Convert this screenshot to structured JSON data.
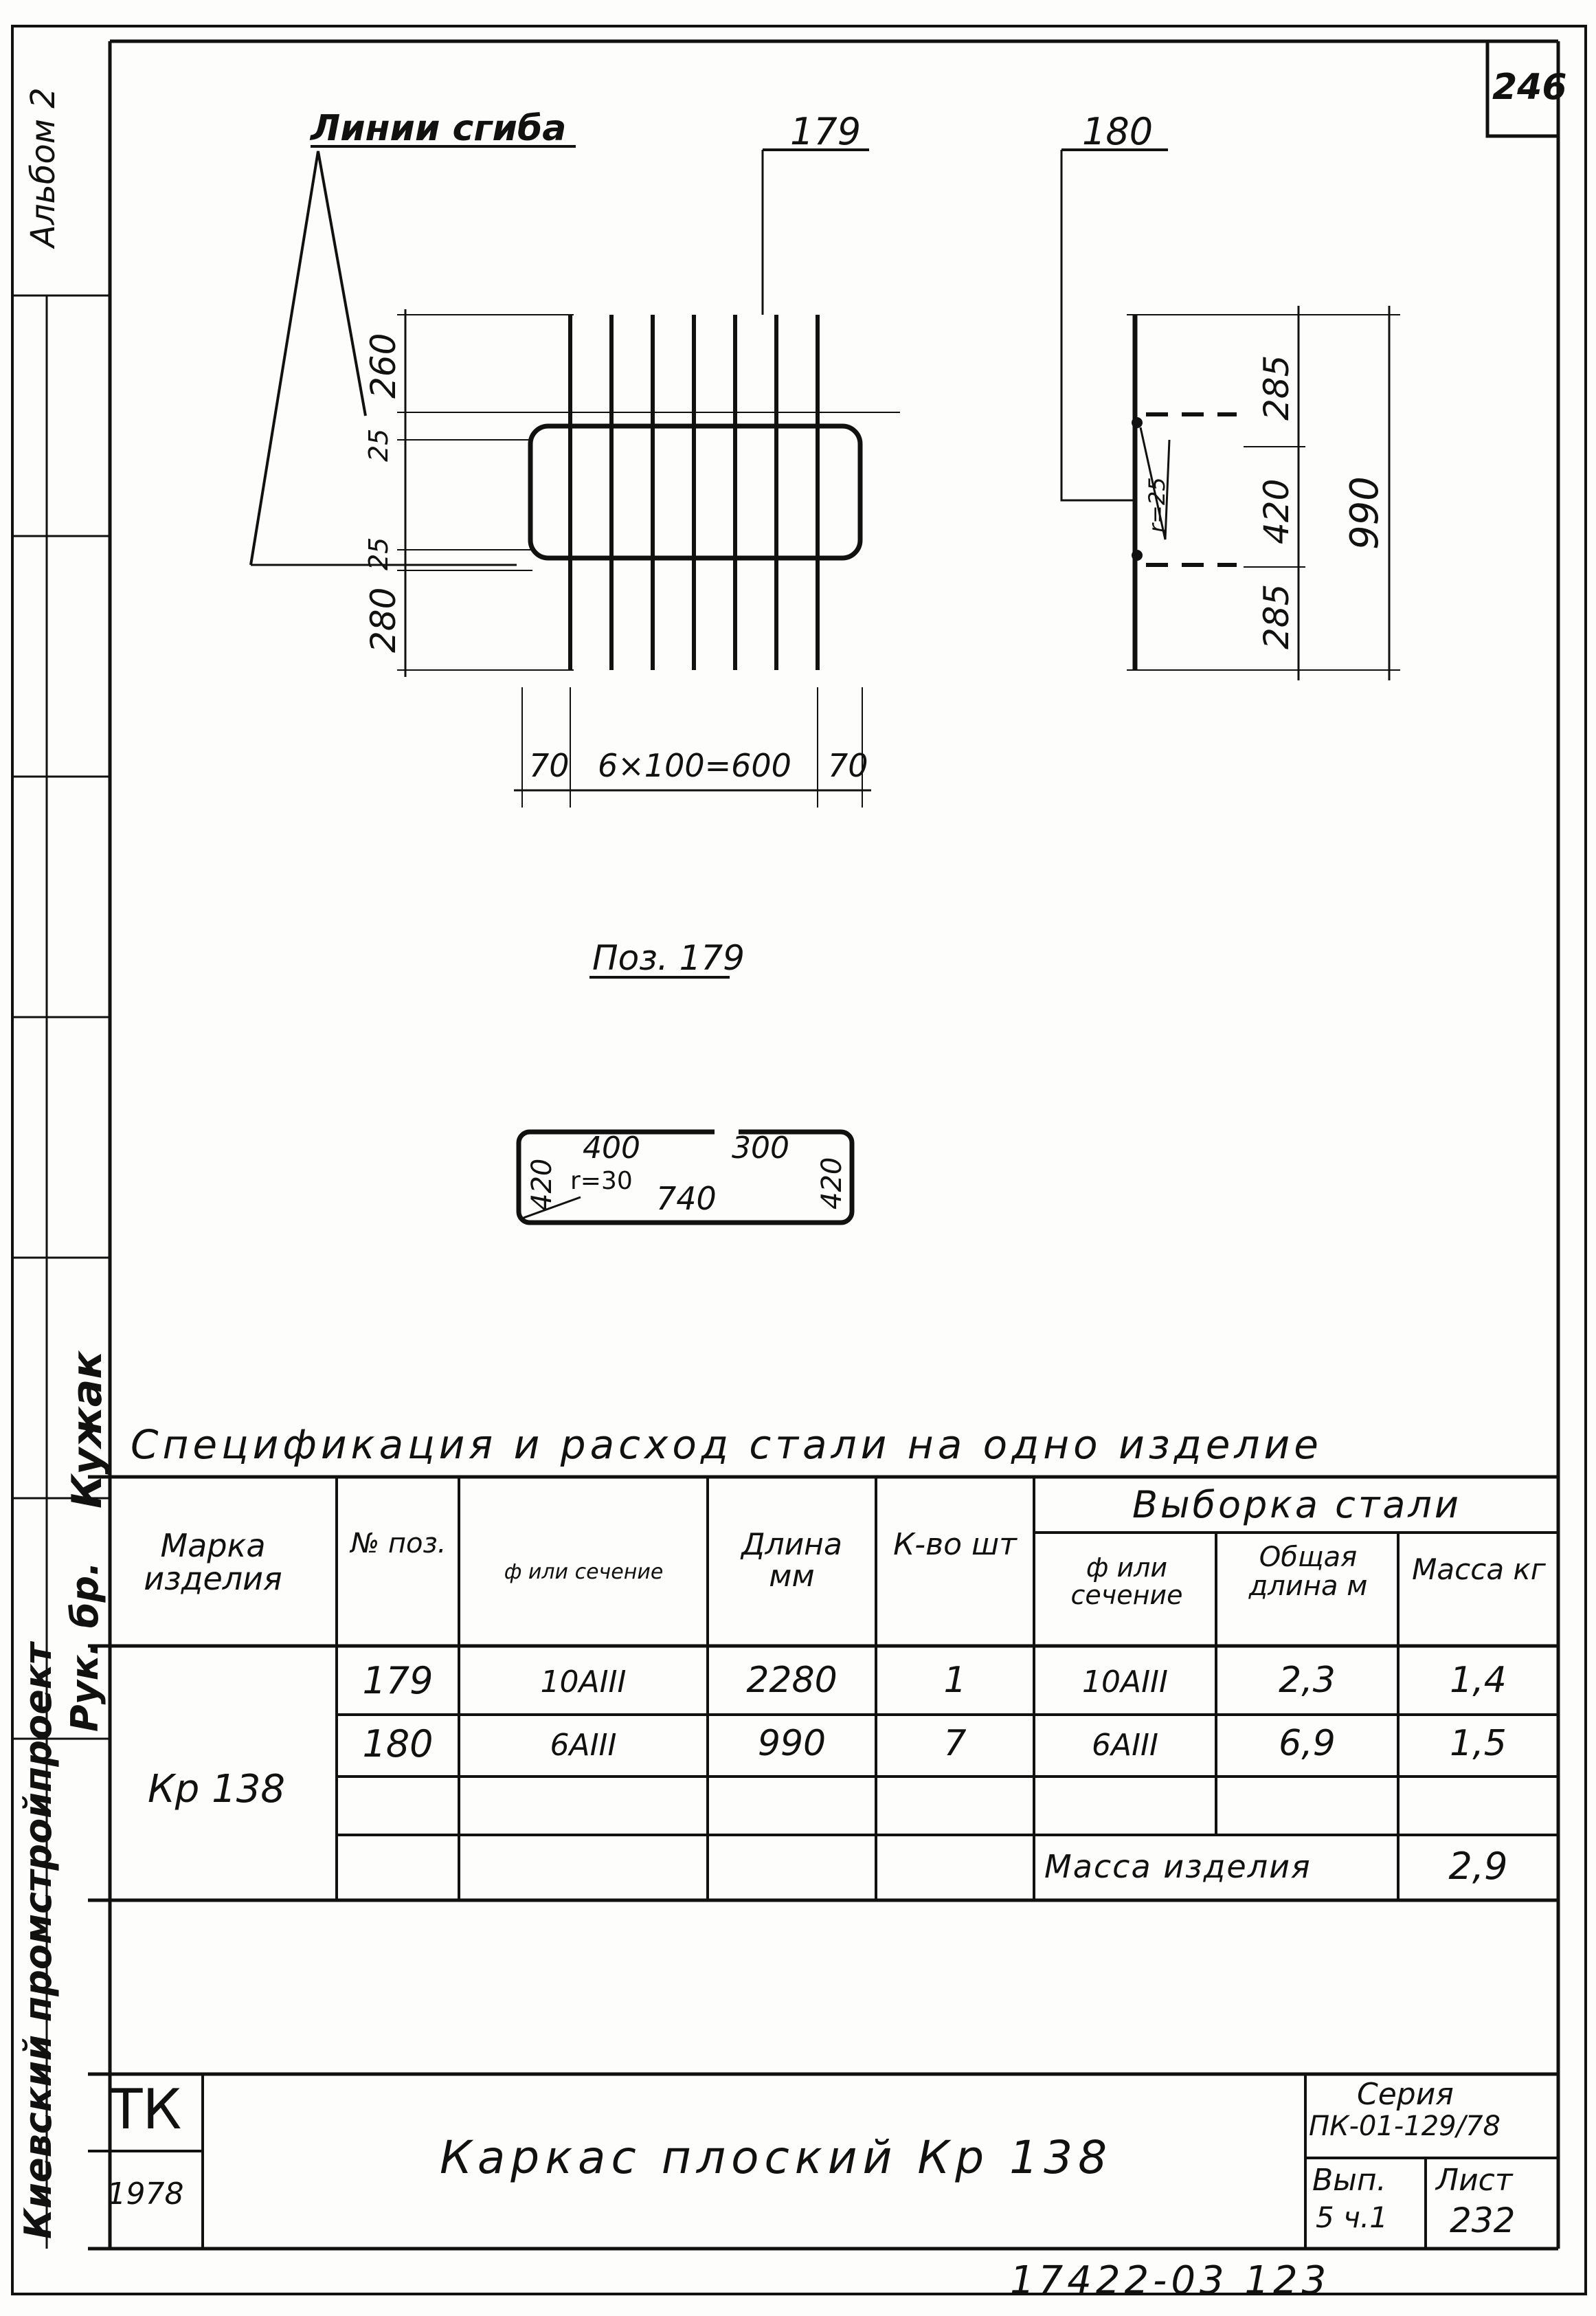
{
  "sheet_number": "246",
  "album_stamp": "Альбом 2",
  "side_stamps": {
    "kuzhak": "Кужак",
    "ruk_br": "Рук. бр.",
    "organization": "Киевский промстройпроект"
  },
  "bend_line": "Линии сгиба",
  "callouts": {
    "pos179": "179",
    "pos180": "180"
  },
  "view1": {
    "dim_260": "260",
    "dim_25_top": "25",
    "dim_25_bot": "25",
    "dim_280": "280",
    "dim_70_left": "70",
    "dim_spacing": "6×100=600",
    "dim_70_right": "70"
  },
  "view2": {
    "dim_285_top": "285",
    "dim_420": "420",
    "dim_285_bot": "285",
    "dim_990": "990",
    "radius": "r=25"
  },
  "pos_title": "Поз. 179",
  "detail179": {
    "dim_400": "400",
    "dim_300": "300",
    "dim_420_left": "420",
    "dim_420_right": "420",
    "radius": "r=30",
    "dim_740": "740"
  },
  "spec": {
    "title": "Спецификация и расход стали на одно изделие",
    "headers": {
      "mark": "Марка изделия",
      "pos": "№ поз.",
      "section": "ф или сечение",
      "length": "Длина мм",
      "qty": "К-во шт",
      "selection": "Выборка стали",
      "sel_section": "ф или сечение",
      "sel_total": "Общая длина м",
      "sel_mass": "Масса кг"
    },
    "mark": "Кр 138",
    "rows": [
      {
        "pos": "179",
        "section": "10AIII",
        "length": "2280",
        "qty": "1",
        "sel_section": "10AIII",
        "sel_total": "2,3",
        "sel_mass": "1,4"
      },
      {
        "pos": "180",
        "section": "6AIII",
        "length": "990",
        "qty": "7",
        "sel_section": "6AIII",
        "sel_total": "6,9",
        "sel_mass": "1,5"
      }
    ],
    "total_label": "Масса изделия",
    "total_value": "2,9"
  },
  "title_block": {
    "org_code": "ТК",
    "year": "1978",
    "title": "Каркас плоский Кр 138",
    "series_label": "Серия",
    "series_value": "ПК-01-129/78",
    "issue_label": "Вып.",
    "issue_value": "5 ч.1",
    "sheet_label": "Лист",
    "sheet_value": "232"
  },
  "footer_number": "17422-03   123"
}
